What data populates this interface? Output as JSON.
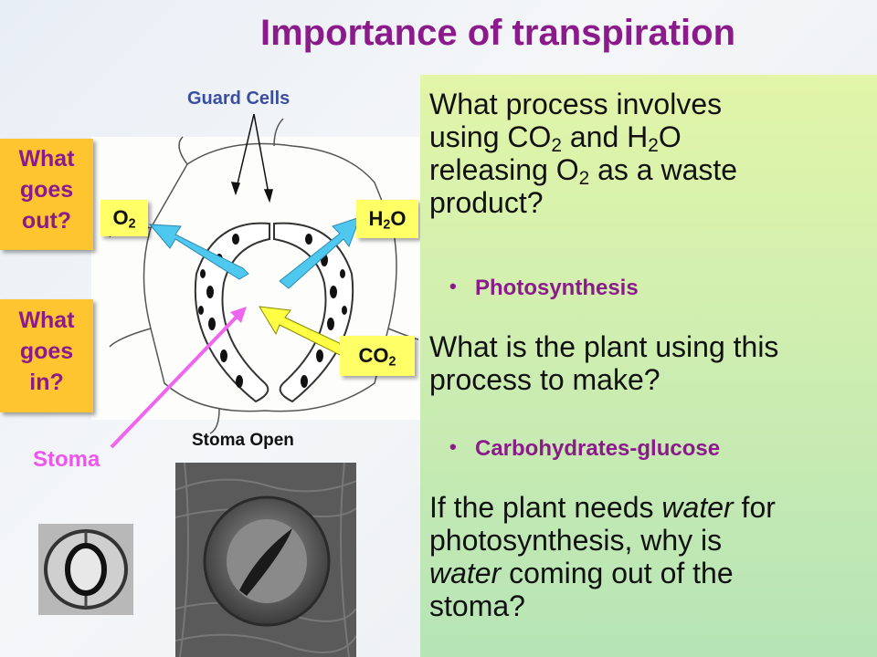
{
  "slide": {
    "title": "Importance of transpiration",
    "labels": {
      "guard_cells": "Guard Cells",
      "stoma": "Stoma",
      "stoma_open": "Stoma Open"
    },
    "boxes": {
      "goes_out": [
        "What",
        "goes",
        "out?"
      ],
      "goes_in": [
        "What",
        "goes",
        "in?"
      ],
      "o2": {
        "base": "O",
        "sub": "2"
      },
      "h2o": {
        "pre": "H",
        "sub": "2",
        "post": "O"
      },
      "co2": {
        "base": "CO",
        "sub": "2"
      }
    },
    "questions": {
      "q1": {
        "l1_a": "What process involves",
        "l2_a": "using CO",
        "l2_sub1": "2",
        "l2_b": " and H",
        "l2_sub2": "2",
        "l2_c": "O",
        "l3_a": "releasing O",
        "l3_sub": "2",
        "l3_b": " as a waste",
        "l4": "product?"
      },
      "a1": "Photosynthesis",
      "q2": {
        "l1": "What is the plant using this",
        "l2": "process to make?"
      },
      "a2": "Carbohydrates-glucose",
      "q3": {
        "l1_a": "If the plant needs ",
        "l1_em": "water",
        "l1_b": " for",
        "l2": "photosynthesis, why is",
        "l3_em": "water",
        "l3_b": " coming out of the",
        "l4": "stoma?"
      },
      "bullet": "•"
    },
    "colors": {
      "title": "#8b1a8b",
      "answer": "#8b1a8b",
      "guard_label": "#3a4ea0",
      "stoma_label": "#ee55ee",
      "box_orange": "#ffc530",
      "box_yellow": "#ffff66",
      "arrow_cyan": "#4fc8f0",
      "arrow_yellow": "#ffff44",
      "arrow_pink": "#ee66ee"
    }
  }
}
